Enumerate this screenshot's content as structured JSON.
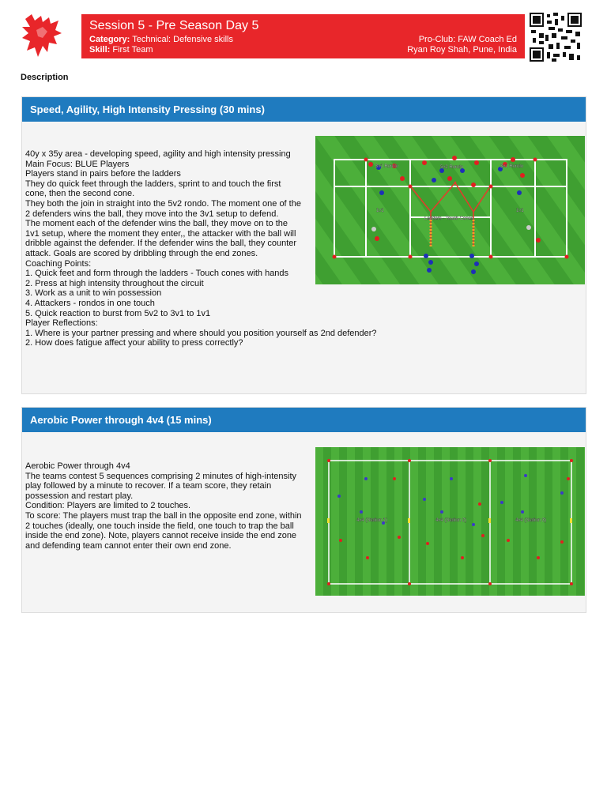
{
  "header": {
    "title": "Session 5 - Pre Season Day 5",
    "category_label": "Category:",
    "category_value": "Technical: Defensive skills",
    "skill_label": "Skill:",
    "skill_value": "First Team",
    "club": "Pro-Club: FAW Coach Ed",
    "coach": "Ryan Roy Shah, Pune, India"
  },
  "description_label": "Description",
  "sections": [
    {
      "title": "Speed, Agility, High Intensity Pressing (30 mins)",
      "lines": [
        "40y x 35y area - developing speed, agility and high intensity pressing",
        "Main Focus: BLUE Players",
        "Players stand in pairs before the ladders",
        "They do quick feet through the ladders, sprint to and touch the first cone, then the second cone.",
        "They both the join in straight into the 5v2 rondo. The moment one of the 2 defenders wins the ball, they move into the 3v1 setup to defend.",
        "The moment each of the defender wins the ball, they move on to the 1v1 setup, where the moment they enter,, the attacker with the ball will dribble against the defender. If the defender wins the ball, they counter attack. Goals are scored by dribbling through the end zones.",
        "Coaching Points:",
        "1. Quick feet and form through the ladders - Touch cones with hands",
        "2. Press at high intensity throughout the circuit",
        "3. Work as a unit to win possession",
        "4. Attackers - rondos in one touch",
        "5. Quick reaction to burst from 5v2 to 3v1 to 1v1",
        "Player Reflections:",
        "1. Where is your partner pressing and where should you position yourself as 2nd defender?",
        "2. How does fatigue affect your ability to press correctly?"
      ],
      "diagram_labels": [
        "3v1 Rondo",
        "5v2 Rondo",
        "3v1 Rondo",
        "1v1",
        "1v1",
        "Ladders - Touch Cones"
      ]
    },
    {
      "title": "Aerobic Power through 4v4  (15 mins)",
      "lines": [
        "Aerobic Power through 4v4",
        "The teams contest 5 sequences comprising 2 minutes of high-intensity play followed by a minute to recover. If a team score, they retain possession and restart play.",
        "Condition: Players are limited to 2 touches.",
        "To score: The players must trap the ball in the opposite end zone, within 2 touches (ideally, one touch inside the field, one touch to trap the ball inside the end zone). Note, players cannot receive inside the end zone and defending team cannot enter their own end zone."
      ],
      "diagram_labels": [
        "4v4 (Station 1)",
        "4v4 (Station 2)",
        "4v4 (Station 3)"
      ]
    }
  ],
  "colors": {
    "banner": "#e8262a",
    "section_header": "#1f7bbf",
    "pitch_light": "#4caf3a",
    "pitch_dark": "#3d9a2e"
  },
  "icons": [
    "dragon-logo-icon",
    "qr-code-icon"
  ]
}
